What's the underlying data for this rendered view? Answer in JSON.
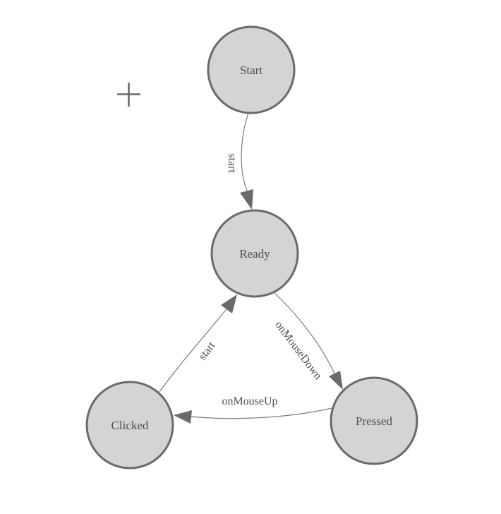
{
  "diagram": {
    "type": "state-machine",
    "nodes": [
      {
        "id": "start",
        "label": "Start"
      },
      {
        "id": "ready",
        "label": "Ready"
      },
      {
        "id": "clicked",
        "label": "Clicked"
      },
      {
        "id": "pressed",
        "label": "Pressed"
      }
    ],
    "edges": [
      {
        "from": "Start",
        "to": "Ready",
        "label": "start"
      },
      {
        "from": "Ready",
        "to": "Pressed",
        "label": "onMouseDown"
      },
      {
        "from": "Pressed",
        "to": "Clicked",
        "label": "onMouseUp"
      },
      {
        "from": "Clicked",
        "to": "Ready",
        "label": "start"
      }
    ]
  },
  "icons": [
    {
      "name": "crosshair-icon",
      "glyph": "+"
    },
    {
      "name": "arrowhead-icon",
      "glyph": "▲"
    }
  ],
  "colors": {
    "node_fill": "#d4d4d4",
    "node_stroke": "#6a6a6a",
    "edge_stroke": "#7d7d7d",
    "arrow_fill": "#6a6a6a",
    "text_color": "#4e4e4e",
    "marker_color": "#6a6a6a",
    "background": "#ffffff"
  }
}
